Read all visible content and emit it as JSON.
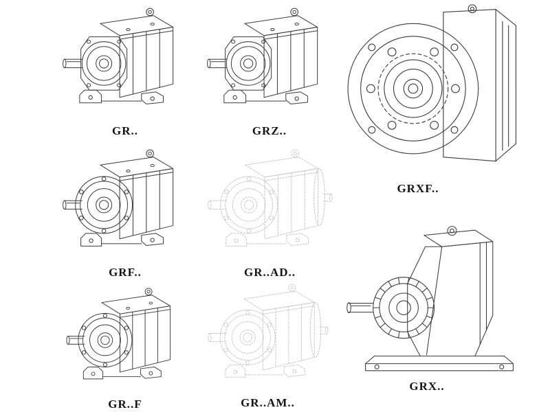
{
  "figures": [
    {
      "label": "GR.."
    },
    {
      "label": "GRZ.."
    },
    {
      "label": "GRXF.."
    },
    {
      "label": "GRF.."
    },
    {
      "label": "GR..AD.."
    },
    {
      "label": "GR..F"
    },
    {
      "label": "GR..AM.."
    },
    {
      "label": "GRX.."
    }
  ],
  "colors": {
    "background": "#ffffff",
    "line": "#3c3c3c",
    "faint_line": "#c8c8c8",
    "label_text": "#141414"
  }
}
